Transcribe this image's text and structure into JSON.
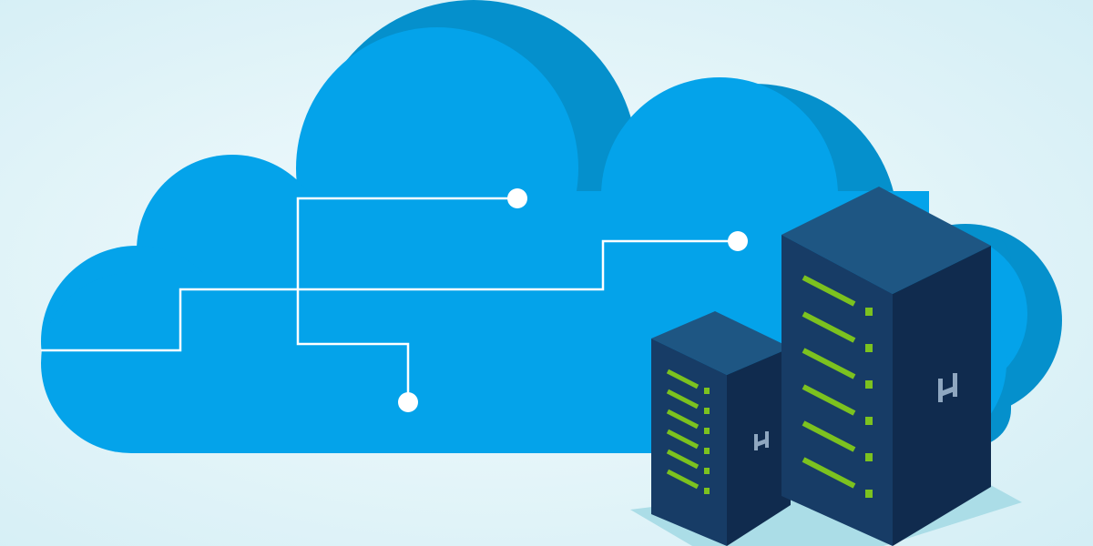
{
  "illustration": {
    "subject": "cloud-hosting",
    "colors": {
      "background_center": "#f4fbfd",
      "background_edge": "#d3eef5",
      "cloud_front": "#04a3ea",
      "cloud_back": "#0590cc",
      "circuit_line": "#ffffff",
      "floor_shadow": "#abdde7",
      "server_top": "#1e5683",
      "server_front": "#173c66",
      "server_side": "#102b4e",
      "led_bar": "#7cc21f",
      "logo_mark": "#8fa7c0"
    },
    "icons": [
      "cloud-icon",
      "server-icon",
      "brand-logo-icon"
    ],
    "cloud_nodes": 3,
    "servers": [
      {
        "name": "small-server",
        "led_rows": 6
      },
      {
        "name": "large-server",
        "led_rows": 6
      }
    ]
  }
}
